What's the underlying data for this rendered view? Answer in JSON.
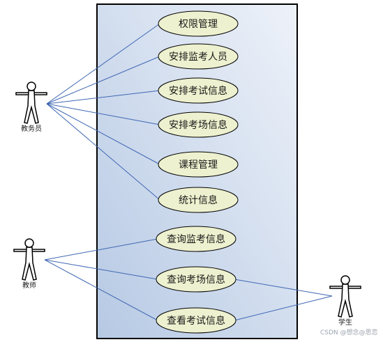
{
  "actors": [
    {
      "id": "registrar",
      "label": "教务员"
    },
    {
      "id": "teacher",
      "label": "教师"
    },
    {
      "id": "student",
      "label": "学生"
    }
  ],
  "use_cases": [
    {
      "id": "uc1",
      "label": "权限管理"
    },
    {
      "id": "uc2",
      "label": "安排监考人员"
    },
    {
      "id": "uc3",
      "label": "安排考试信息"
    },
    {
      "id": "uc4",
      "label": "安排考场信息"
    },
    {
      "id": "uc5",
      "label": "课程管理"
    },
    {
      "id": "uc6",
      "label": "统计信息"
    },
    {
      "id": "uc7",
      "label": "查询监考信息"
    },
    {
      "id": "uc8",
      "label": "查询考场信息"
    },
    {
      "id": "uc9",
      "label": "查看考试信息"
    }
  ],
  "associations": [
    {
      "actor": "registrar",
      "use_case": "uc1"
    },
    {
      "actor": "registrar",
      "use_case": "uc2"
    },
    {
      "actor": "registrar",
      "use_case": "uc3"
    },
    {
      "actor": "registrar",
      "use_case": "uc4"
    },
    {
      "actor": "registrar",
      "use_case": "uc5"
    },
    {
      "actor": "registrar",
      "use_case": "uc6"
    },
    {
      "actor": "teacher",
      "use_case": "uc7"
    },
    {
      "actor": "teacher",
      "use_case": "uc8"
    },
    {
      "actor": "teacher",
      "use_case": "uc9"
    },
    {
      "actor": "student",
      "use_case": "uc8"
    },
    {
      "actor": "student",
      "use_case": "uc9"
    }
  ],
  "watermark": "CSDN @想念@思恋",
  "colors": {
    "boundary_gradient_start": "#b6c9e4",
    "boundary_gradient_end": "#eef2f9",
    "ellipse_fill": "#eef1cf",
    "line": "#3f67b3",
    "stroke": "#000000"
  }
}
